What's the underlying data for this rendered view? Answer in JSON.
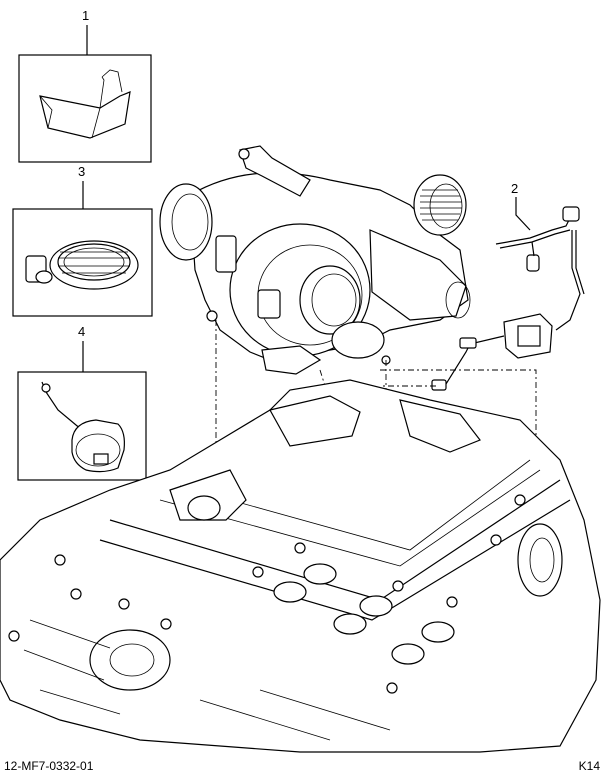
{
  "callouts": [
    {
      "id": "1",
      "label": "1"
    },
    {
      "id": "2",
      "label": "2"
    },
    {
      "id": "3",
      "label": "3"
    },
    {
      "id": "4",
      "label": "4"
    }
  ],
  "footer": {
    "drawing_number": "12-MF7-0332-01",
    "sheet_code": "K14"
  }
}
